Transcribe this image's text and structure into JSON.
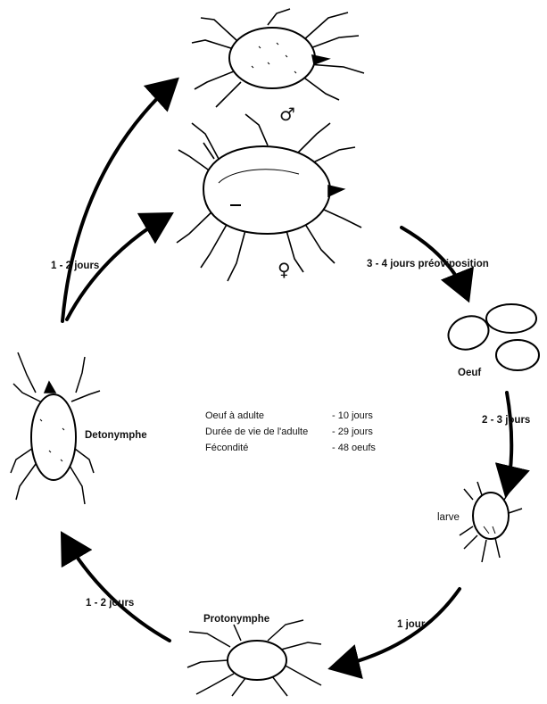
{
  "stages": {
    "male_symbol": "♂",
    "female_symbol": "♀",
    "egg": "Oeuf",
    "larva": "larve",
    "protonymph": "Protonymphe",
    "deutonymph": "Detonymphe"
  },
  "durations": {
    "preoviposition": "3 - 4 jours préoviposition",
    "egg_to_larva": "2 - 3 jours",
    "larva_to_protonymph": "1 jour",
    "protonymph_to_deutonymph": "1 - 2 jours",
    "deutonymph_to_adult": "1 - 2 jours"
  },
  "stats": [
    {
      "label": "Oeuf à adulte",
      "value": "- 10 jours"
    },
    {
      "label": "Durée de vie de l'adulte",
      "value": "- 29 jours"
    },
    {
      "label": "Fécondité",
      "value": "- 48 oeufs"
    }
  ]
}
